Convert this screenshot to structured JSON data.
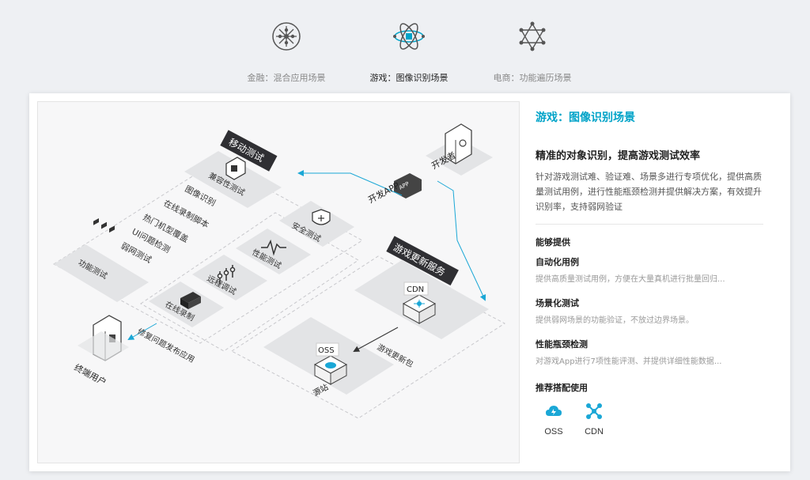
{
  "tabs": [
    {
      "label": "金融：混合应用场景",
      "icon": "finance-network-icon"
    },
    {
      "label": "游戏：图像识别场景",
      "icon": "atom-icon",
      "active": true
    },
    {
      "label": "电商：功能遍历场景",
      "icon": "hexagram-network-icon"
    }
  ],
  "diagram": {
    "mobile_test_title": "移动测试",
    "compat_test": "兼容性测试",
    "list_items": [
      "图像识别",
      "在线录制脚本",
      "热门机型覆盖",
      "UI问题检测",
      "弱网测试"
    ],
    "func_test": "功能测试",
    "security_test": "安全测试",
    "perf_test": "性能测试",
    "remote_debug": "远程调试",
    "online_record": "在线录制",
    "developer": "开发者",
    "dev_app": "开发APP",
    "game_update_title": "游戏更新服务",
    "cdn": "CDN",
    "oss": "OSS",
    "origin": "源站",
    "update_pkg": "游戏更新包",
    "fix_publish": "修复问题发布应用",
    "end_user": "终端用户",
    "app_badge": "APP"
  },
  "panel": {
    "title": "游戏：图像识别场景",
    "subtitle": "精准的对象识别，提高游戏测试效率",
    "description": "针对游戏测试难、验证难、场景多进行专项优化，提供高质量测试用例，进行性能瓶颈检测并提供解决方案，有效提升识别率，支持弱网验证",
    "capabilities_heading": "能够提供",
    "features": [
      {
        "name": "自动化用例",
        "desc": "提供高质量测试用例，方便在大量真机进行批量回归..."
      },
      {
        "name": "场景化测试",
        "desc": "提供弱网场景的功能验证，不放过边界场景。"
      },
      {
        "name": "性能瓶颈检测",
        "desc": "对游戏App进行7项性能评测、并提供详细性能数据..."
      }
    ],
    "recommend_heading": "推荐搭配使用",
    "recommend": [
      {
        "label": "OSS",
        "icon": "cloud-storage-icon"
      },
      {
        "label": "CDN",
        "icon": "network-nodes-icon"
      }
    ]
  },
  "colors": {
    "accent": "#00a3c8",
    "dark_label": "#2f2f33",
    "tile": "#e3e4e6"
  }
}
